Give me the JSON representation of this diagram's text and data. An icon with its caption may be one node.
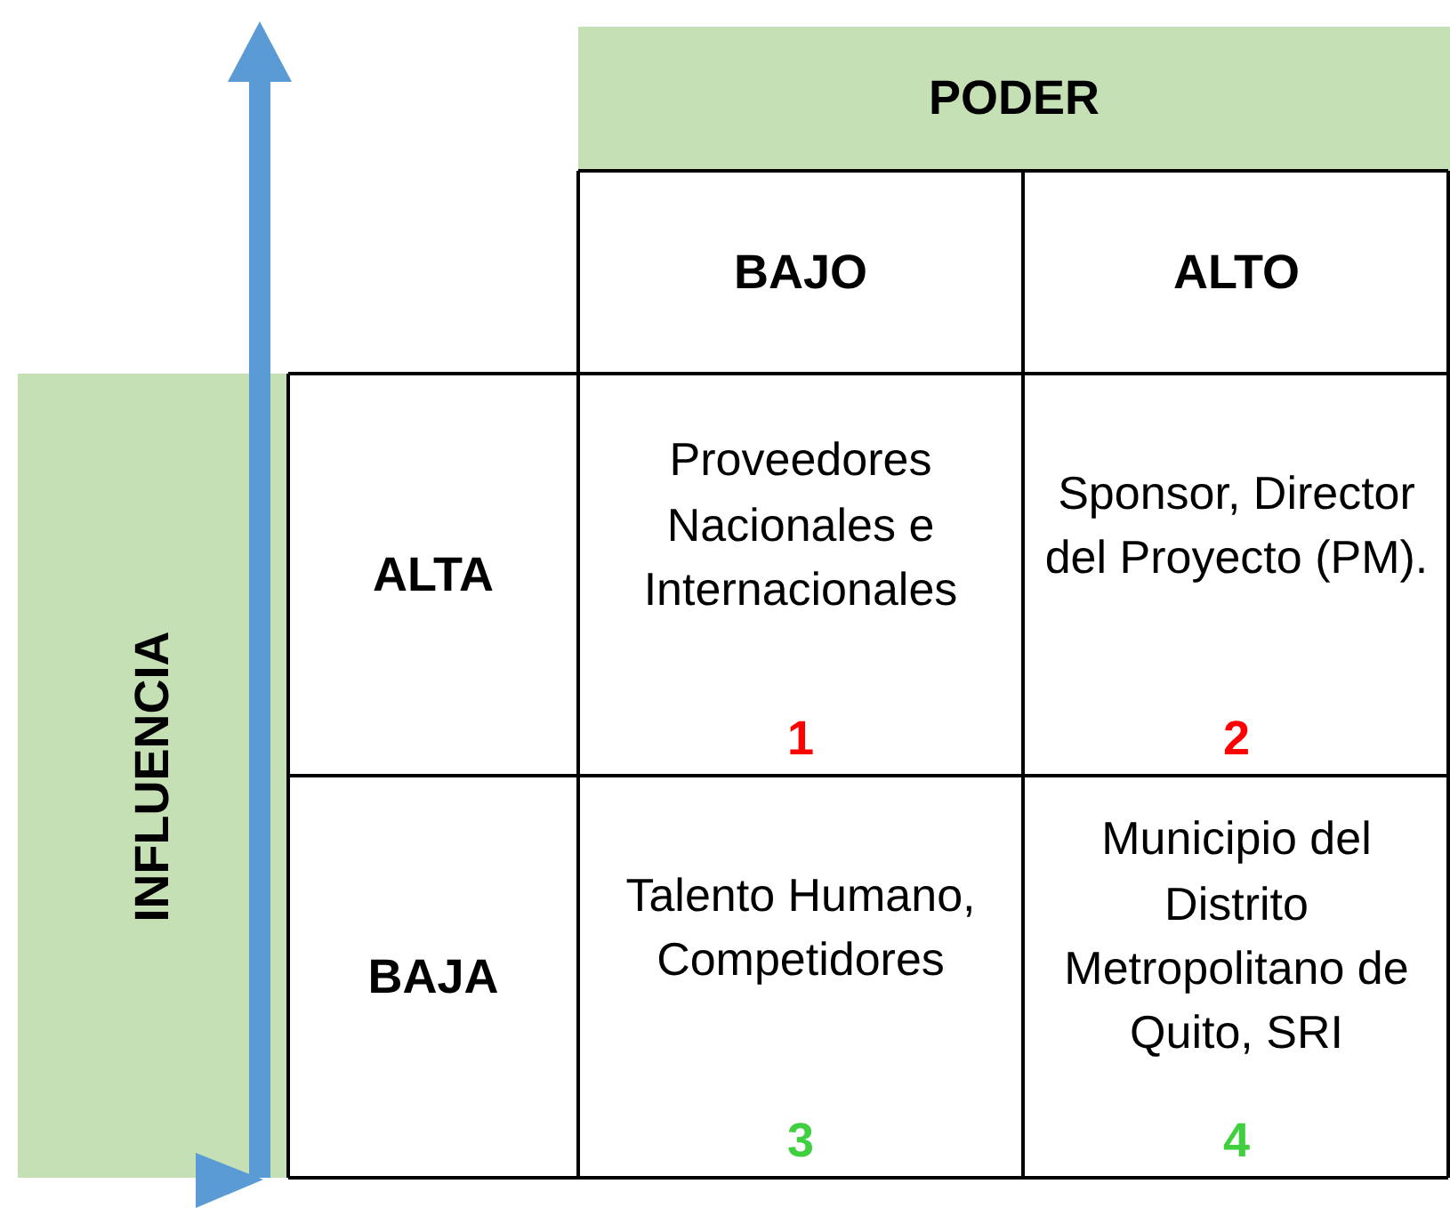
{
  "diagram": {
    "labels": [
      "PODER",
      "BAJO",
      "ALTO",
      "ALTA",
      "Proveedores Nacionales e Internacionales",
      "1",
      "Sponsor, Director del Proyecto (PM).",
      "2",
      "INFLUENCIA",
      "BAJA",
      "Talento Humano, Competidores",
      "3",
      "Municipio del Distrito Metropolitano de Quito, SRI",
      "4"
    ]
  }
}
